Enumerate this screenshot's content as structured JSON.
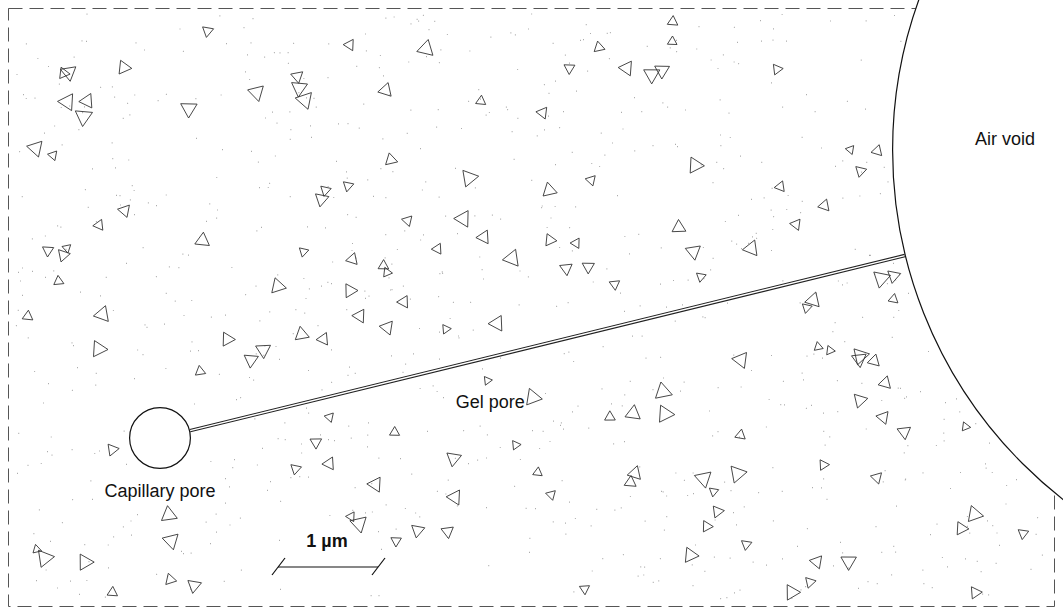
{
  "diagram": {
    "nodes": [
      {
        "text": [
          "Air void"
        ]
      },
      {
        "text": [
          "Capillary pore"
        ]
      }
    ],
    "edges": [
      {
        "from": 1,
        "to": 0,
        "label": "Gel pore",
        "arrow": "none"
      }
    ],
    "labels": [
      "1 µm"
    ]
  }
}
